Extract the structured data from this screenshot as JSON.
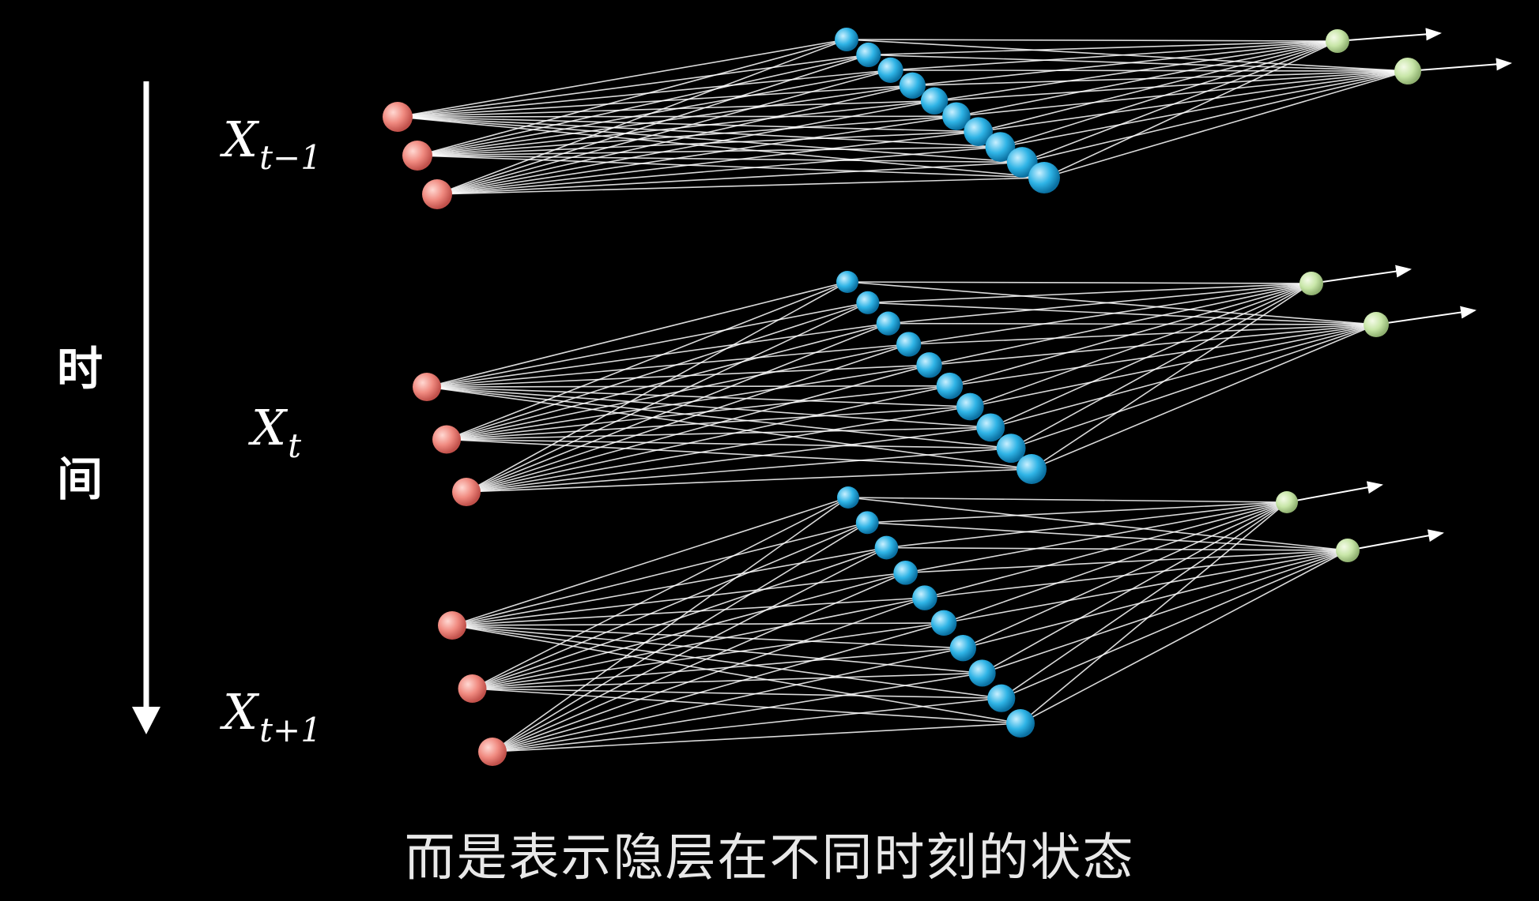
{
  "time_axis": {
    "label_chars": [
      "时",
      "间"
    ]
  },
  "layers": [
    {
      "label_base": "X",
      "label_sub": "t−1",
      "input_nodes": 3,
      "hidden_nodes": 10,
      "output_nodes": 2
    },
    {
      "label_base": "X",
      "label_sub": "t",
      "input_nodes": 3,
      "hidden_nodes": 10,
      "output_nodes": 2
    },
    {
      "label_base": "X",
      "label_sub": "t+1",
      "input_nodes": 3,
      "hidden_nodes": 10,
      "output_nodes": 2
    }
  ],
  "subtitle": "而是表示隐层在不同时刻的状态",
  "colors": {
    "background": "#000000",
    "input_node": "#f08a80",
    "hidden_node": "#2fb4e6",
    "output_node": "#c8e6a8",
    "connection": "#ffffff"
  }
}
